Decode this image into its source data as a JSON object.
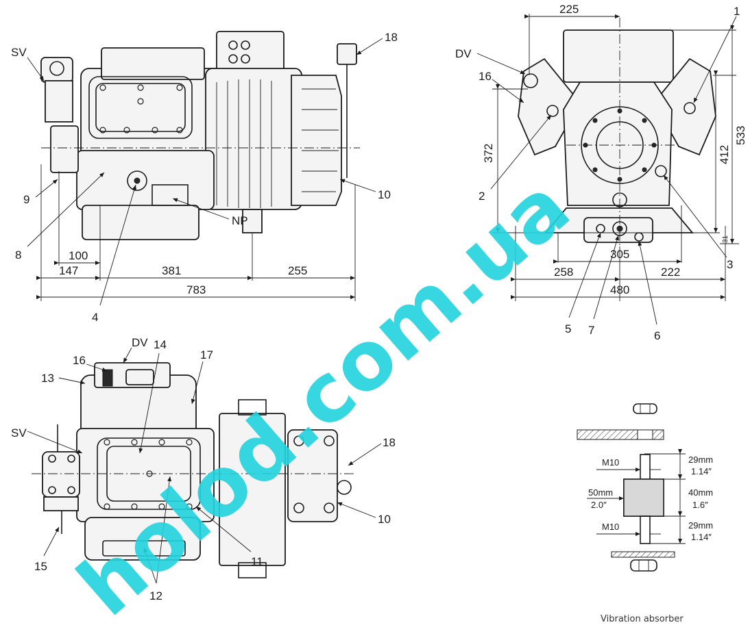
{
  "views": {
    "side": {
      "callouts": [
        "SV",
        "18",
        "9",
        "8",
        "4",
        "NP",
        "10"
      ],
      "dims": {
        "d100": "100",
        "d147": "147",
        "d381": "381",
        "d255": "255",
        "d783": "783"
      }
    },
    "front": {
      "callouts": [
        "DV",
        "16",
        "1",
        "2",
        "3",
        "5",
        "7",
        "6"
      ],
      "dims": {
        "d225": "225",
        "d372": "372",
        "d412": "412",
        "d533": "533",
        "d31": "31",
        "d305": "305",
        "d258": "258",
        "d222": "222",
        "d480": "480"
      }
    },
    "top": {
      "callouts": [
        "DV",
        "16",
        "14",
        "17",
        "13",
        "SV",
        "18",
        "10",
        "15",
        "11",
        "12"
      ]
    }
  },
  "absorber": {
    "top_left": "M10",
    "top_mm": "29mm",
    "top_in": "1.14″",
    "mid_left_mm": "50mm",
    "mid_left_in": "2.0″",
    "mid_mm": "40mm",
    "mid_in": "1.6″",
    "bot_left": "M10",
    "bot_mm": "29mm",
    "bot_in": "1.14″",
    "caption": "Vibration absorber"
  },
  "watermark": {
    "text": "holod.com.ua",
    "color": "#22d3df"
  }
}
